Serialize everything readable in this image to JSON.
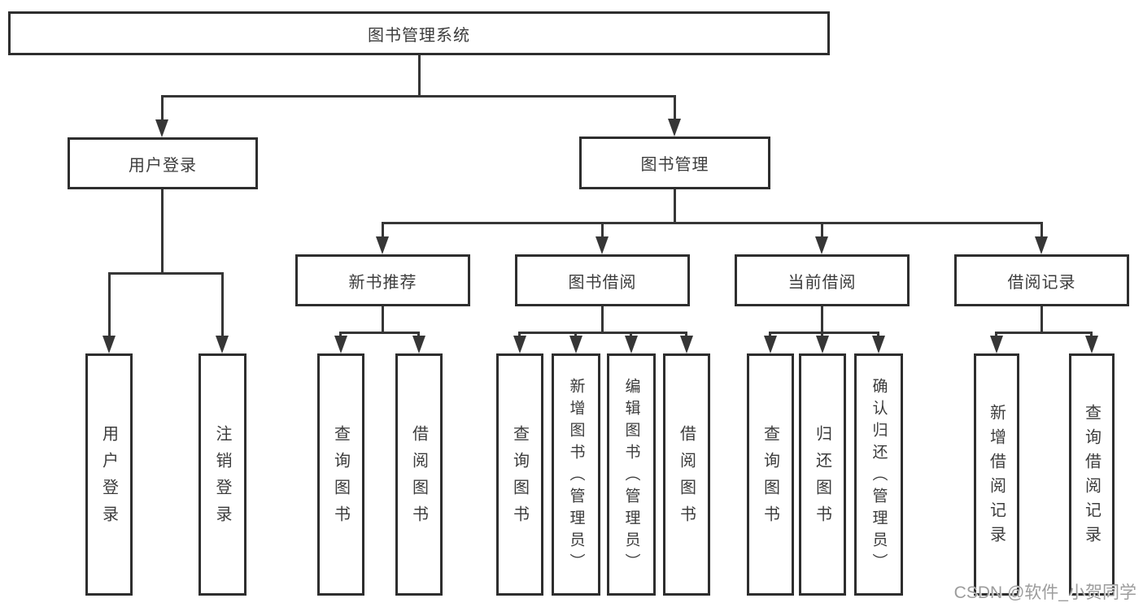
{
  "nodes": {
    "root": {
      "label": "图书管理系统"
    },
    "user_login": {
      "label": "用户登录"
    },
    "book_mgmt": {
      "label": "图书管理"
    },
    "new_book_rec": {
      "label": "新书推荐"
    },
    "book_borrow": {
      "label": "图书借阅"
    },
    "current_borrow": {
      "label": "当前借阅"
    },
    "borrow_records": {
      "label": "借阅记录"
    },
    "leaves": {
      "user_login": [
        "用户登录",
        "注销登录"
      ],
      "new_book_rec": [
        "查询图书",
        "借阅图书"
      ],
      "book_borrow": [
        "查询图书",
        "新增图书（管理员）",
        "编辑图书（管理员）",
        "借阅图书"
      ],
      "current_borrow": [
        "查询图书",
        "归还图书",
        "确认归还（管理员）"
      ],
      "borrow_records": [
        "新增借阅记录",
        "查询借阅记录"
      ]
    }
  },
  "watermark": "CSDN @软件_小贺同学",
  "colors": {
    "line": "#363636",
    "box_border": "#2e2e2e",
    "text": "#3c3c3c",
    "watermark": "#9c9c9c",
    "background": "#ffffff"
  }
}
